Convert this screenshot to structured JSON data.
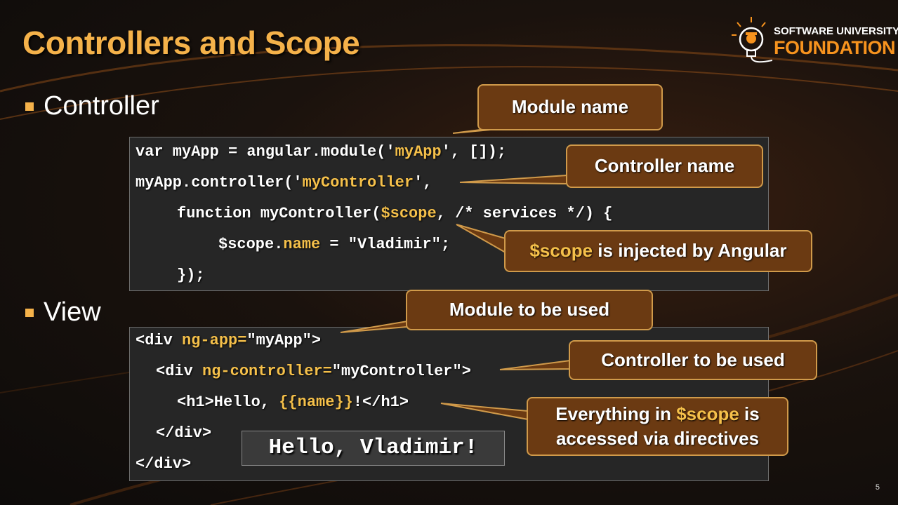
{
  "slide": {
    "title": "Controllers and Scope",
    "page_number": "5"
  },
  "logo": {
    "line1": "SOFTWARE UNIVERSITY",
    "line2": "FOUNDATION"
  },
  "bullets": {
    "controller": "Controller",
    "view": "View"
  },
  "controller_code": {
    "l1_a": "var myApp = angular.module('",
    "l1_b": "myApp",
    "l1_c": "', []);",
    "l2_a": "myApp.controller('",
    "l2_b": "myController",
    "l2_c": "',",
    "l3_a": "function myController(",
    "l3_b": "$scope",
    "l3_c": ", /* services */) {",
    "l4_a": "$scope.",
    "l4_b": "name",
    "l4_c": " = \"Vladimir\";",
    "l5": "});"
  },
  "view_code": {
    "l1_a": "<div ",
    "l1_b": "ng-app=",
    "l1_c": "\"myApp\">",
    "l2_a": "<div ",
    "l2_b": "ng-controller=",
    "l2_c": "\"myController\">",
    "l3_a": "<h1>Hello, ",
    "l3_b": "{{name}}",
    "l3_c": "!</h1>",
    "l4": "</div>",
    "l5": "</div>"
  },
  "output": "Hello, Vladimir!",
  "callouts": {
    "module_name": "Module name",
    "controller_name": "Controller name",
    "scope_injected_a": "$scope",
    "scope_injected_b": " is injected by Angular",
    "module_used": "Module to be used",
    "controller_used": "Controller to be used",
    "everything_a": "Everything in ",
    "everything_b": "$scope",
    "everything_c": " is",
    "everything_d": "accessed via directives"
  },
  "colors": {
    "accent": "#f5b24a",
    "callout_bg": "#6b3a12",
    "callout_border": "#d09a4a",
    "code_bg": "#262626"
  }
}
